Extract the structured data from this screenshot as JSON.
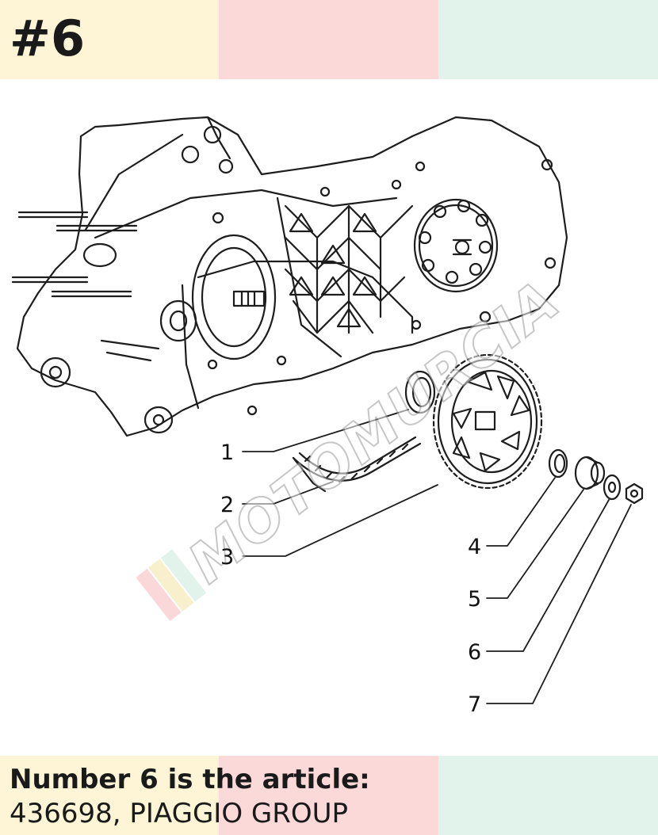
{
  "header": {
    "title": "#6"
  },
  "diagram": {
    "watermark": "MOTOMURCIA",
    "watermark_stripe_colors": [
      "#f6b9bd",
      "#f3e3a6",
      "#c9ead9"
    ],
    "callouts": [
      {
        "number": "1",
        "part": "oil seal"
      },
      {
        "number": "2",
        "part": "chain"
      },
      {
        "number": "3",
        "part": "sprocket"
      },
      {
        "number": "4",
        "part": "ring"
      },
      {
        "number": "5",
        "part": "bushing"
      },
      {
        "number": "6",
        "part": "washer"
      },
      {
        "number": "7",
        "part": "nut"
      }
    ]
  },
  "footer": {
    "line1": "Number 6 is the article:",
    "line2": "436698, PIAGGIO GROUP"
  },
  "colors": {
    "band_yellow": "#fdf5d5",
    "band_pink": "#fbd9d8",
    "band_green": "#e2f3ec",
    "text": "#1a1a1a"
  }
}
